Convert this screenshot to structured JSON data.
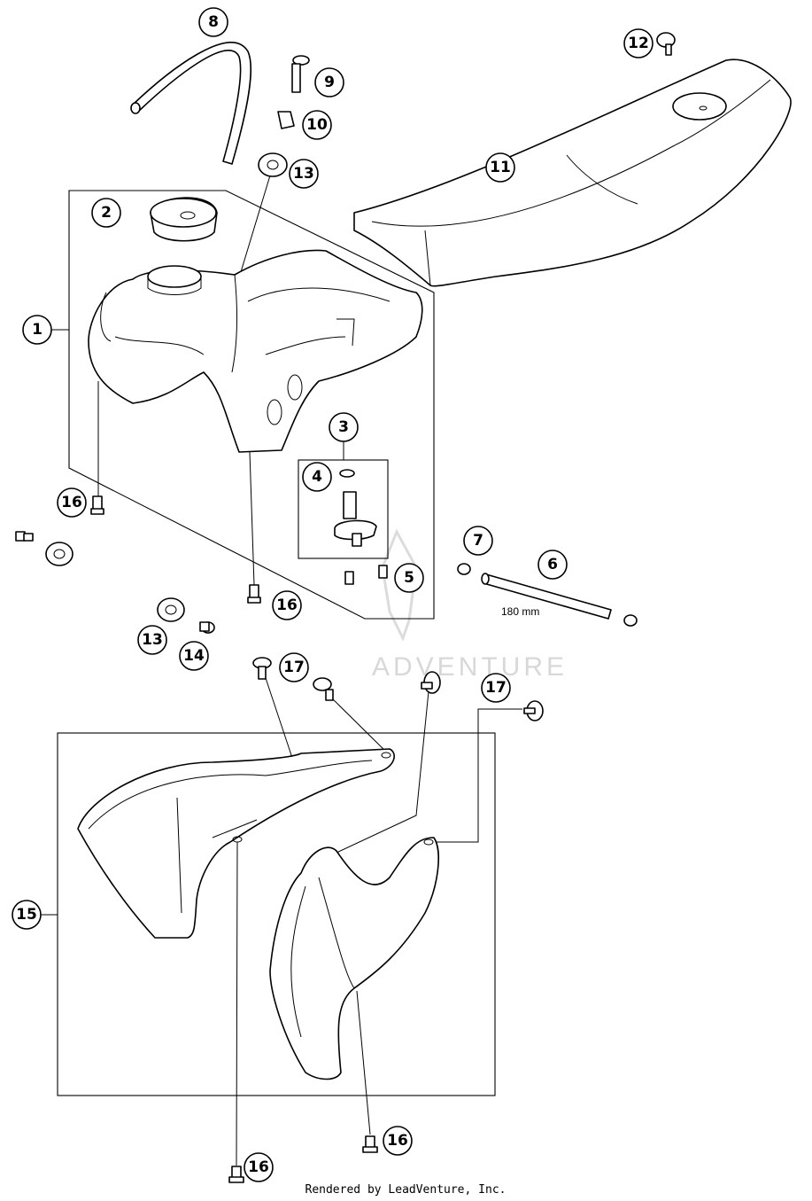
{
  "callouts": [
    {
      "id": "c1",
      "label": "1"
    },
    {
      "id": "c2",
      "label": "2"
    },
    {
      "id": "c3",
      "label": "3"
    },
    {
      "id": "c4",
      "label": "4"
    },
    {
      "id": "c5",
      "label": "5"
    },
    {
      "id": "c6",
      "label": "6"
    },
    {
      "id": "c7",
      "label": "7"
    },
    {
      "id": "c8",
      "label": "8"
    },
    {
      "id": "c9",
      "label": "9"
    },
    {
      "id": "c10",
      "label": "10"
    },
    {
      "id": "c11",
      "label": "11"
    },
    {
      "id": "c12",
      "label": "12"
    },
    {
      "id": "c13a",
      "label": "13"
    },
    {
      "id": "c13b",
      "label": "13"
    },
    {
      "id": "c14",
      "label": "14"
    },
    {
      "id": "c15",
      "label": "15"
    },
    {
      "id": "c16a",
      "label": "16"
    },
    {
      "id": "c16b",
      "label": "16"
    },
    {
      "id": "c16c",
      "label": "16"
    },
    {
      "id": "c16d",
      "label": "16"
    },
    {
      "id": "c17a",
      "label": "17"
    },
    {
      "id": "c17b",
      "label": "17"
    }
  ],
  "hose_length_label": "180 mm",
  "watermark_text": "ADVENTURE",
  "footer_text": "Rendered by LeadVenture, Inc."
}
